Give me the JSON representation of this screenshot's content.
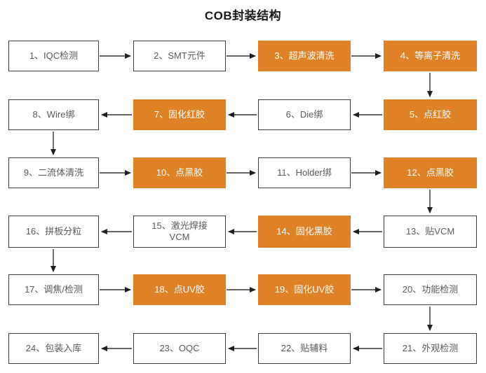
{
  "title": "COB封装结构",
  "colors": {
    "highlight_orange": "#e08228",
    "box_border": "#3f3f3f",
    "box_text_gray": "#595959",
    "highlight_text": "#ffffff",
    "arrow": "#333333",
    "background": "#ffffff"
  },
  "nodes": [
    {
      "step": 1,
      "label": "1、IQC检测",
      "highlight": false
    },
    {
      "step": 2,
      "label": "2、SMT元件",
      "highlight": false
    },
    {
      "step": 3,
      "label": "3、超声波清洗",
      "highlight": true
    },
    {
      "step": 4,
      "label": "4、等离子清洗",
      "highlight": true
    },
    {
      "step": 5,
      "label": "5、点红胶",
      "highlight": true
    },
    {
      "step": 6,
      "label": "6、Die绑",
      "highlight": false
    },
    {
      "step": 7,
      "label": "7、固化红胶",
      "highlight": true
    },
    {
      "step": 8,
      "label": "8、Wire绑",
      "highlight": false
    },
    {
      "step": 9,
      "label": "9、二流体清洗",
      "highlight": false
    },
    {
      "step": 10,
      "label": "10、点黑胶",
      "highlight": true
    },
    {
      "step": 11,
      "label": "11、Holder绑",
      "highlight": false
    },
    {
      "step": 12,
      "label": "12、点黑胶",
      "highlight": true
    },
    {
      "step": 13,
      "label": "13、贴VCM",
      "highlight": false
    },
    {
      "step": 14,
      "label": "14、固化黑胶",
      "highlight": true
    },
    {
      "step": 15,
      "label": "15、激光焊接\nVCM",
      "highlight": false
    },
    {
      "step": 16,
      "label": "16、拼板分粒",
      "highlight": false
    },
    {
      "step": 17,
      "label": "17、调焦/检测",
      "highlight": false
    },
    {
      "step": 18,
      "label": "18、点UV胶",
      "highlight": true
    },
    {
      "step": 19,
      "label": "19、固化UV胶",
      "highlight": true
    },
    {
      "step": 20,
      "label": "20、功能检测",
      "highlight": false
    },
    {
      "step": 21,
      "label": "21、外观检测",
      "highlight": false
    },
    {
      "step": 22,
      "label": "22、贴辅料",
      "highlight": false
    },
    {
      "step": 23,
      "label": "23、OQC",
      "highlight": false
    },
    {
      "step": 24,
      "label": "24、包装入库",
      "highlight": false
    }
  ],
  "edges": [
    {
      "from": 1,
      "to": 2
    },
    {
      "from": 2,
      "to": 3
    },
    {
      "from": 3,
      "to": 4
    },
    {
      "from": 4,
      "to": 5
    },
    {
      "from": 5,
      "to": 6
    },
    {
      "from": 6,
      "to": 7
    },
    {
      "from": 7,
      "to": 8
    },
    {
      "from": 8,
      "to": 9
    },
    {
      "from": 9,
      "to": 10
    },
    {
      "from": 10,
      "to": 11
    },
    {
      "from": 11,
      "to": 12
    },
    {
      "from": 12,
      "to": 13
    },
    {
      "from": 13,
      "to": 14
    },
    {
      "from": 14,
      "to": 15
    },
    {
      "from": 15,
      "to": 16
    },
    {
      "from": 16,
      "to": 17
    },
    {
      "from": 17,
      "to": 18
    },
    {
      "from": 18,
      "to": 19
    },
    {
      "from": 19,
      "to": 20
    },
    {
      "from": 20,
      "to": 21
    },
    {
      "from": 21,
      "to": 22
    },
    {
      "from": 22,
      "to": 23
    },
    {
      "from": 23,
      "to": 24
    }
  ]
}
